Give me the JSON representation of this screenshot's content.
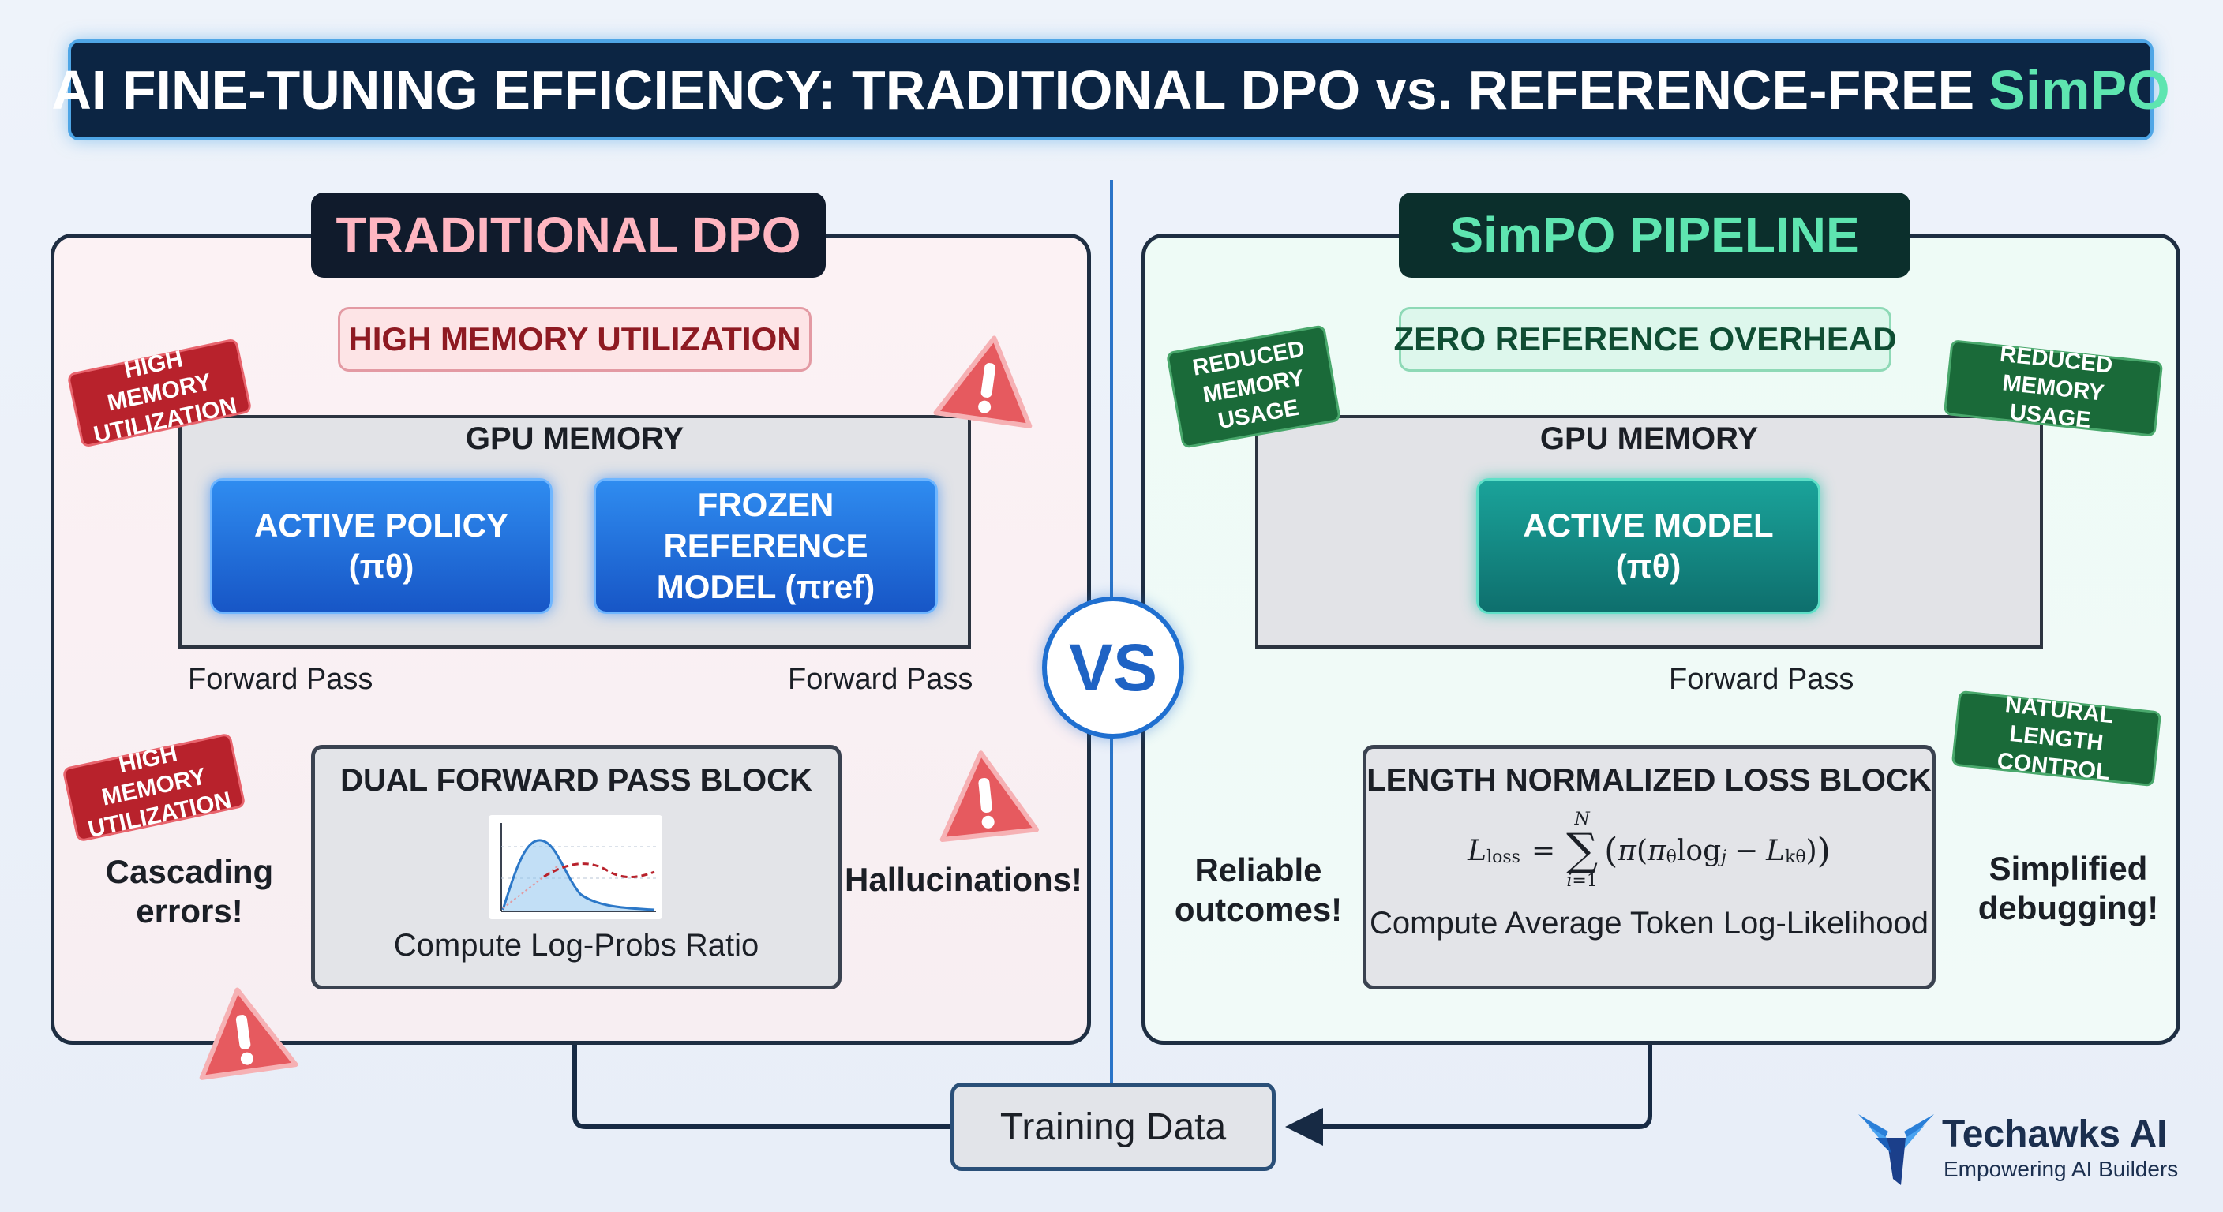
{
  "title": {
    "main": "AI FINE-TUNING EFFICIENCY: TRADITIONAL DPO vs. REFERENCE-FREE",
    "accent": "SimPO"
  },
  "left": {
    "title": "TRADITIONAL DPO",
    "banner": "HIGH MEMORY UTILIZATION",
    "gpu_label": "GPU MEMORY",
    "active_policy": {
      "line1": "ACTIVE POLICY",
      "line2": "(πθ)"
    },
    "frozen_ref": {
      "line1": "FROZEN REFERENCE",
      "line2": "MODEL (πref)"
    },
    "forward_pass_left": "Forward Pass",
    "forward_pass_right": "Forward Pass",
    "process_title": "DUAL FORWARD PASS BLOCK",
    "process_text": "Compute Log-Probs Ratio",
    "tag_top": "HIGH MEMORY UTILIZATION",
    "tag_bottom": "HIGH MEMORY UTILIZATION",
    "note_left": "Cascading errors!",
    "note_right": "Hallucinations!"
  },
  "vs": "VS",
  "right": {
    "title": "SimPO PIPELINE",
    "banner": "ZERO REFERENCE OVERHEAD",
    "gpu_label": "GPU MEMORY",
    "active_model": {
      "line1": "ACTIVE MODEL",
      "line2": "(πθ)"
    },
    "forward_pass": "Forward Pass",
    "process_title": "LENGTH NORMALIZED LOSS BLOCK",
    "process_text": "Compute Average Token Log-Likelihood",
    "formula": "Lloss = Σ_{i=1}^{N} (π(πθ logj − Lkθ))",
    "tag_left": "REDUCED MEMORY USAGE",
    "tag_right": "REDUCED MEMORY USAGE",
    "tag_natural": "NATURAL LENGTH CONTROL",
    "note_left": "Reliable outcomes!",
    "note_right": "Simplified debugging!"
  },
  "training_data": "Training Data",
  "brand": {
    "name": "Techawks AI",
    "tagline": "Empowering AI Builders"
  },
  "colors": {
    "title_bg": "#0c2543",
    "accent_green": "#5ee5b0",
    "dpo_red": "#b8222c",
    "simpo_green": "#1a6a39",
    "model_blue": "#1f6fd0",
    "model_teal": "#0e7d78"
  }
}
